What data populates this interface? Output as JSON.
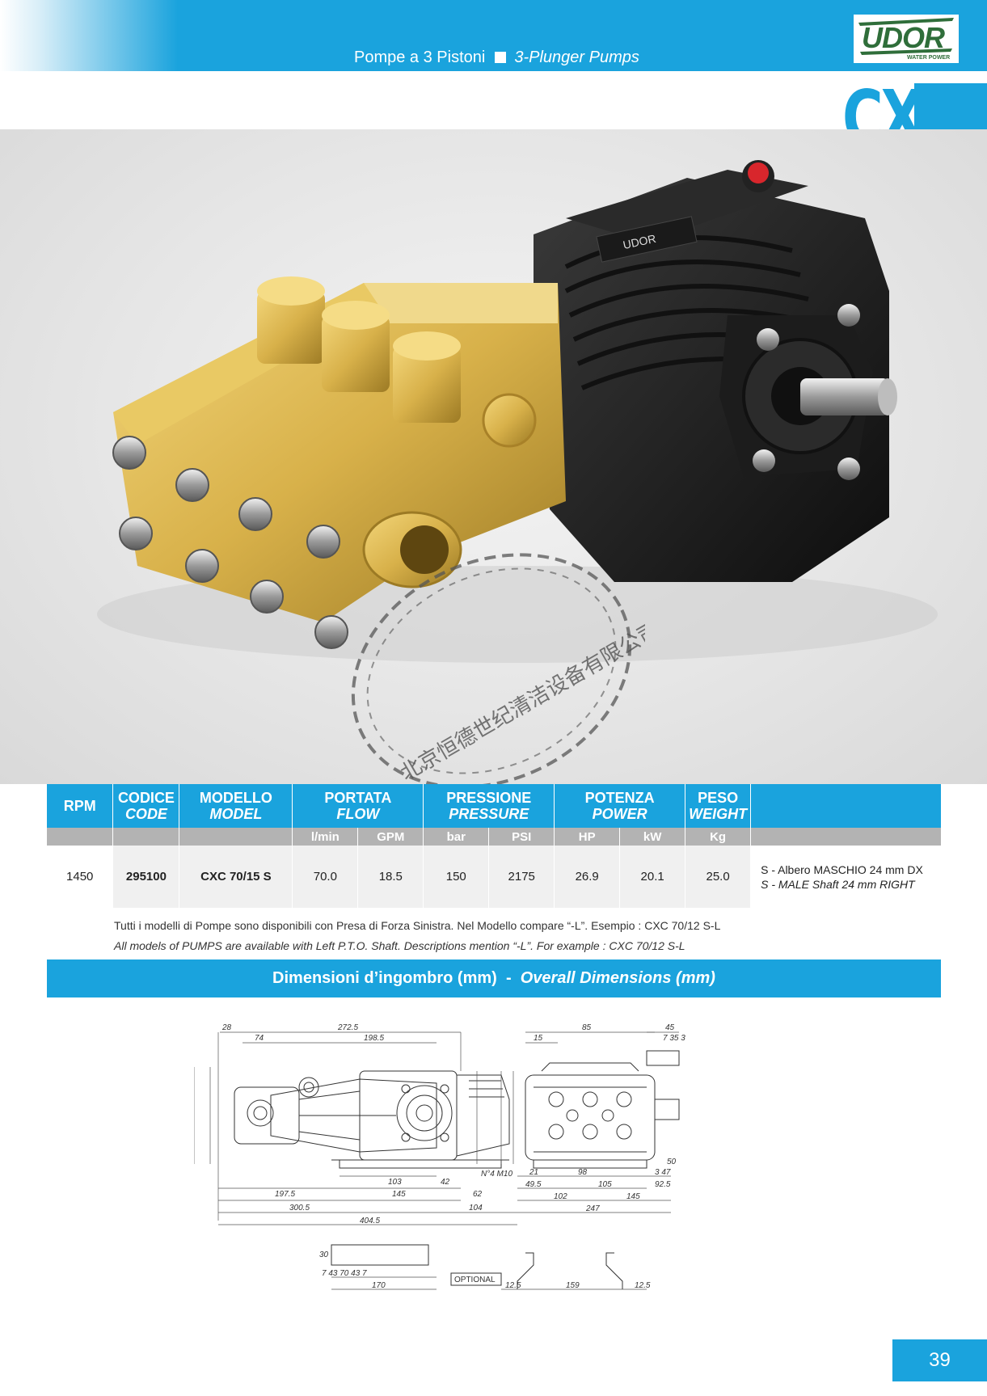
{
  "header": {
    "title_it": "Pompe a 3 Pistoni",
    "title_en": "3-Plunger Pumps"
  },
  "logo": {
    "name": "UDOR",
    "tagline": "WATER POWER"
  },
  "series": "CX",
  "watermark": "北京恒德世纪清洁设备有限公司",
  "table": {
    "headers": [
      {
        "it": "RPM",
        "en": ""
      },
      {
        "it": "CODICE",
        "en": "CODE"
      },
      {
        "it": "MODELLO",
        "en": "MODEL"
      },
      {
        "it": "PORTATA",
        "en": "FLOW"
      },
      {
        "it": "PRESSIONE",
        "en": "PRESSURE"
      },
      {
        "it": "POTENZA",
        "en": "POWER"
      },
      {
        "it": "PESO",
        "en": "WEIGHT"
      }
    ],
    "units": [
      "l/min",
      "GPM",
      "bar",
      "PSI",
      "HP",
      "kW",
      "Kg"
    ],
    "row": {
      "rpm": "1450",
      "code": "295100",
      "model": "CXC 70/15 S",
      "lmin": "70.0",
      "gpm": "18.5",
      "bar": "150",
      "psi": "2175",
      "hp": "26.9",
      "kw": "20.1",
      "kg": "25.0",
      "note_it": "S - Albero MASCHIO 24 mm DX",
      "note_en": "S - MALE Shaft 24 mm RIGHT"
    }
  },
  "notes": {
    "it": "Tutti i modelli di Pompe sono disponibili con Presa di Forza Sinistra. Nel Modello compare “-L”. Esempio : CXC 70/12 S-L",
    "en": "All models of PUMPS are available with Left P.T.O. Shaft. Descriptions mention “-L”. For example : CXC 70/12 S-L"
  },
  "dimensions": {
    "title_it": "Dimensioni d’ingombro (mm)",
    "separator": "-",
    "title_en": "Overall Dimensions (mm)"
  },
  "page_number": "39"
}
